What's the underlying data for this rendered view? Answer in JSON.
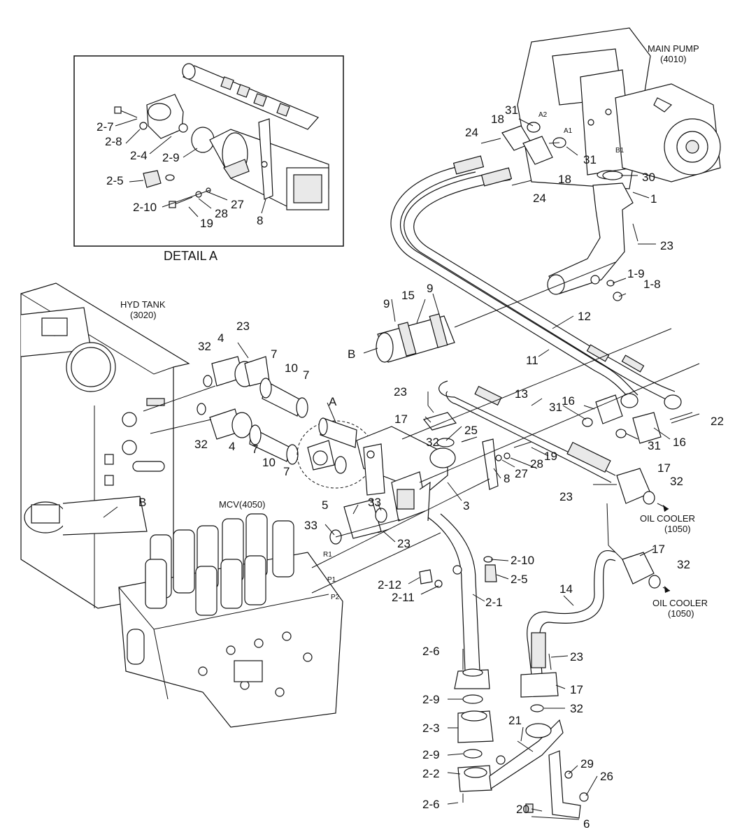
{
  "detail": {
    "title": "DETAIL A"
  },
  "components": {
    "main_pump": {
      "name": "MAIN PUMP",
      "code": "(4010)"
    },
    "hyd_tank": {
      "name": "HYD TANK",
      "code": "(3020)"
    },
    "mcv": {
      "name": "MCV(4050)"
    },
    "oil_cooler_upper": {
      "name": "OIL COOLER",
      "code": "(1050)"
    },
    "oil_cooler_lower": {
      "name": "OIL COOLER",
      "code": "(1050)"
    }
  },
  "ports": {
    "a2": "A2",
    "a1": "A1",
    "b1": "B1",
    "r1": "R1",
    "p1": "P1",
    "p2": "P2"
  },
  "detail_refs": {
    "a": "A",
    "b_hose": "B",
    "b_tank": "B"
  },
  "callouts": {
    "c_2_7": "2-7",
    "c_2_8": "2-8",
    "c_2_4": "2-4",
    "c_2_9_detail": "2-9",
    "c_2_5_detail": "2-5",
    "c_2_10_detail": "2-10",
    "c_19_detail": "19",
    "c_28_detail": "28",
    "c_27_detail": "27",
    "c_8_detail": "8",
    "c_31_top": "31",
    "c_18_left": "18",
    "c_24_left": "24",
    "c_18_right": "18",
    "c_24_right": "24",
    "c_31_right": "31",
    "c_30": "30",
    "c_1": "1",
    "c_23_pump": "23",
    "c_1_9": "1-9",
    "c_1_8": "1-8",
    "c_9_left": "9",
    "c_15": "15",
    "c_9_right": "9",
    "c_12": "12",
    "c_11": "11",
    "c_23_tank": "23",
    "c_32_tank_up": "32",
    "c_4_up": "4",
    "c_7_a": "7",
    "c_10_up": "10",
    "c_7_b": "7",
    "c_32_tank_low": "32",
    "c_4_low": "4",
    "c_7_c": "7",
    "c_10_low": "10",
    "c_7_d": "7",
    "c_23_mid": "23",
    "c_13": "13",
    "c_17_mid": "17",
    "c_25": "25",
    "c_32_mid": "32",
    "c_16_left": "16",
    "c_31_mid_left": "31",
    "c_22": "22",
    "c_31_mid_right": "31",
    "c_16_right": "16",
    "c_28_main": "28",
    "c_19_main": "19",
    "c_27_main": "27",
    "c_8_main": "8",
    "c_3": "3",
    "c_17_right": "17",
    "c_32_right": "32",
    "c_23_right": "23",
    "c_5": "5",
    "c_33_upper": "33",
    "c_33_lower": "33",
    "c_23_mcv": "23",
    "c_2_10": "2-10",
    "c_2_5": "2-5",
    "c_2_12": "2-12",
    "c_2_11": "2-11",
    "c_2_1": "2-1",
    "c_17_lower": "17",
    "c_32_lower": "32",
    "c_14": "14",
    "c_2_6_upper": "2-6",
    "c_23_lower": "23",
    "c_17_bottom": "17",
    "c_2_9_upper": "2-9",
    "c_32_bottom": "32",
    "c_2_3": "2-3",
    "c_21": "21",
    "c_2_9_lower": "2-9",
    "c_29": "29",
    "c_2_2": "2-2",
    "c_26": "26",
    "c_20": "20",
    "c_2_6_lower": "2-6",
    "c_6": "6"
  }
}
